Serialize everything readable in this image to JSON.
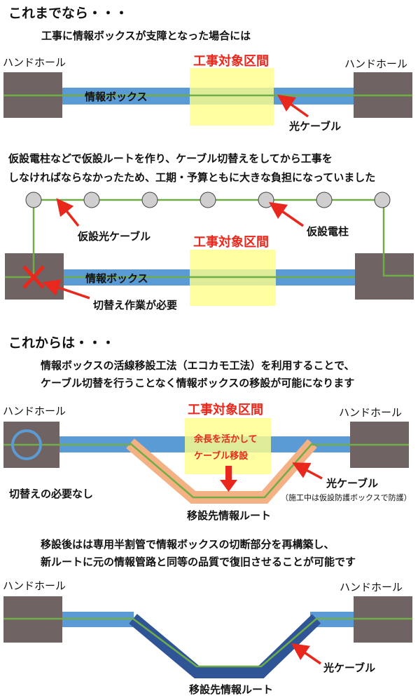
{
  "colors": {
    "handhole": "#6f6363",
    "info_box": "#5b9bd5",
    "cable": "#70ad47",
    "work_zone": "#ffff8a",
    "temp_pole": "#d0cece",
    "arrow": "#e8281c",
    "route_orange": "#f4b183",
    "route_navy": "#2f5597",
    "ok_circle": "#5b9bd5"
  },
  "section1": {
    "heading": "これまでなら・・・",
    "intro": "工事に情報ボックスが支障となった場合には",
    "handhole_left": "ハンドホール",
    "handhole_right": "ハンドホール",
    "zone_title": "工事対象区間",
    "box_label": "情報ボックス",
    "cable_label": "光ケーブル"
  },
  "section2": {
    "line1": "仮設電柱などで仮設ルートを作り、ケーブル切替えをしてから工事を",
    "line2": "しなければならなかったため、工期・予算ともに大きな負担になっていました",
    "temp_cable_label": "仮設光ケーブル",
    "temp_pole_label": "仮設電柱",
    "zone_title": "工事対象区間",
    "box_label": "情報ボックス",
    "switch_label": "切替え作業が必要"
  },
  "section3": {
    "heading": "これからは・・・",
    "line1": "情報ボックスの活線移設工法（エコカモ工法）を利用することで、",
    "line2": "ケーブル切替を行うことなく情報ボックスの移設が可能になります",
    "handhole_left": "ハンドホール",
    "handhole_right": "ハンドホール",
    "zone_title": "工事対象区間",
    "zone_note_1": "余長を活かして",
    "zone_note_2": "ケーブル移設",
    "no_switch_label": "切替えの必要なし",
    "cable_label": "光ケーブル",
    "protection_note": "（施工中は仮設防護ボックスで防護）",
    "new_route_label": "移設先情報ルート"
  },
  "section4": {
    "line1": "移設後はは専用半割管で情報ボックスの切断部分を再構築し、",
    "line2": "新ルートに元の情報管路と同等の品質で復旧させることが可能です",
    "handhole_left": "ハンドホール",
    "handhole_right": "ハンドホール",
    "cable_label": "光ケーブル",
    "new_route_label": "移設先情報ルート"
  }
}
